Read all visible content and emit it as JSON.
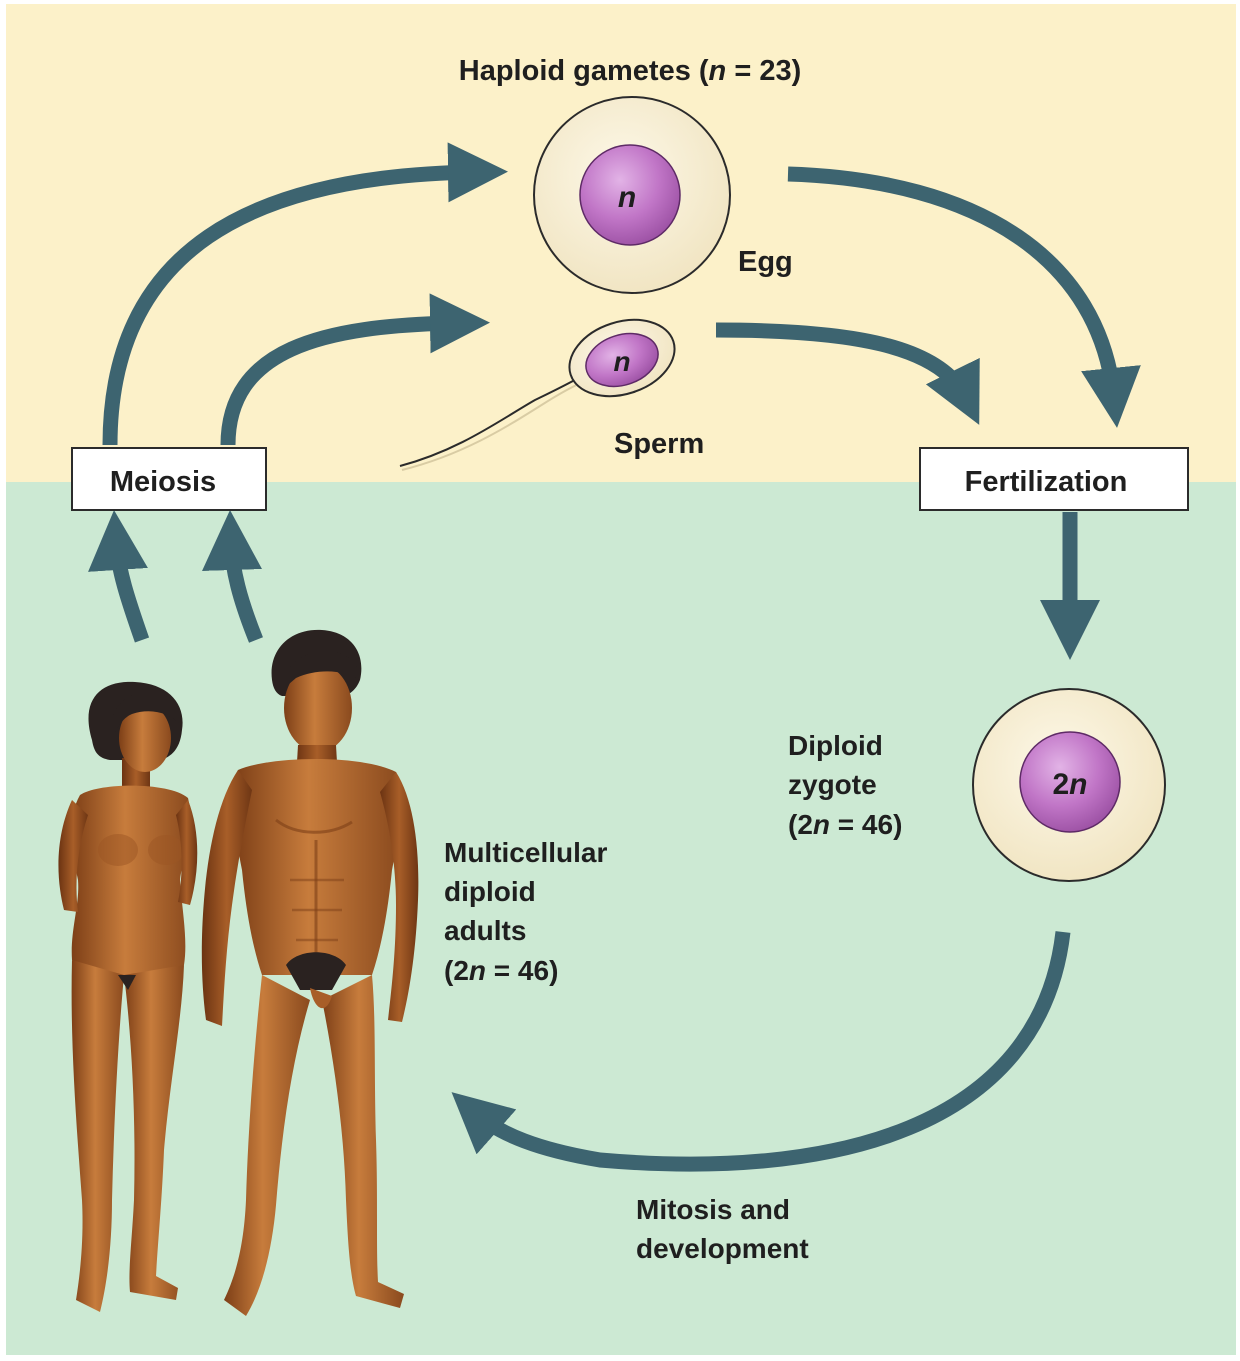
{
  "colors": {
    "haploid_zone": "#fcf1c9",
    "diploid_zone": "#cce9d3",
    "arrow": "#3d6470",
    "cell_fill": "#f8edd0",
    "cell_stroke": "#2b2b2b",
    "nucleus": "#c176c7",
    "skin": "#b0682f",
    "hair": "#2a2220"
  },
  "labels": {
    "haploid_gametes_pre": "Haploid gametes (",
    "haploid_gametes_n": "n",
    "haploid_gametes_post": " = 23)",
    "egg": "Egg",
    "sperm": "Sperm",
    "meiosis": "Meiosis",
    "fertilization": "Fertilization",
    "diploid_zygote_line1": "Diploid",
    "diploid_zygote_line2": "zygote",
    "diploid_zygote_line3_pre": "(2",
    "diploid_zygote_line3_n": "n",
    "diploid_zygote_line3_post": " = 46)",
    "adults_line1": "Multicellular",
    "adults_line2": "diploid",
    "adults_line3": "adults",
    "adults_line4_pre": "(2",
    "adults_line4_n": "n",
    "adults_line4_post": " = 46)",
    "mitosis_line1": "Mitosis and",
    "mitosis_line2": "development"
  },
  "nucleus_labels": {
    "egg": "n",
    "sperm": "n",
    "zygote_num": "2",
    "zygote_n": "n"
  },
  "icons": [
    "cycle-arrow",
    "egg-cell",
    "sperm-cell",
    "zygote-cell",
    "woman-figure",
    "man-figure"
  ]
}
